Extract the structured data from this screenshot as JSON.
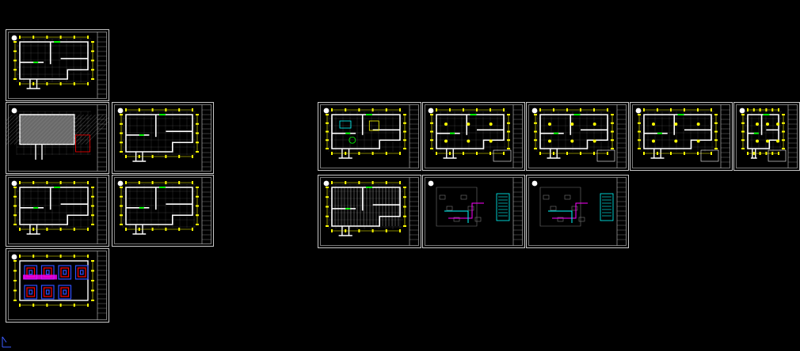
{
  "viewport": {
    "background": "#000000",
    "ucs_icon": "ucs-icon",
    "colors": {
      "frame": "#c8c8c8",
      "wall": "#ffffff",
      "dimension": "#ffff00",
      "accent_green": "#00ff00",
      "accent_cyan": "#00ffff",
      "accent_red": "#ff0000",
      "accent_magenta": "#ff00ff",
      "accent_blue": "#2f4fff",
      "ucs": "#3c5cff"
    }
  },
  "sheets": [
    {
      "id": "sheet-original-plan",
      "kind": "plan"
    },
    {
      "id": "sheet-demolition-plan",
      "kind": "hatched"
    },
    {
      "id": "sheet-new-wall-plan",
      "kind": "plan"
    },
    {
      "id": "sheet-layout-plan",
      "kind": "plan"
    },
    {
      "id": "sheet-floor-plan",
      "kind": "plan"
    },
    {
      "id": "sheet-floor-heating-plan",
      "kind": "heating"
    },
    {
      "id": "sheet-furniture-plan",
      "kind": "furniture"
    },
    {
      "id": "sheet-ceiling-plan",
      "kind": "ceiling"
    },
    {
      "id": "sheet-lighting-plan",
      "kind": "ceiling"
    },
    {
      "id": "sheet-socket-plan",
      "kind": "ceiling"
    },
    {
      "id": "sheet-switch-plan",
      "kind": "ceiling"
    },
    {
      "id": "sheet-floor-tile-plan",
      "kind": "tile"
    },
    {
      "id": "sheet-water-plan",
      "kind": "schematic"
    },
    {
      "id": "sheet-electrical-plan",
      "kind": "schematic"
    }
  ]
}
